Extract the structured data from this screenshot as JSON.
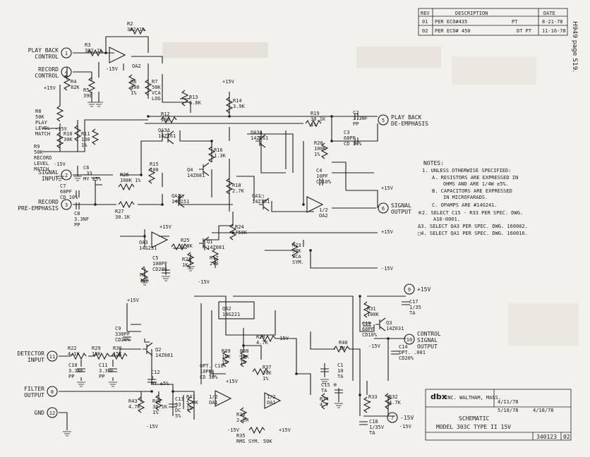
{
  "side_note": "H949 page S19.",
  "revisions": {
    "headers": [
      "REV",
      "DESCRIPTION",
      "DATE"
    ],
    "rows": [
      {
        "rev": "01",
        "desc": "PER ECO#435",
        "by": "PT",
        "date": "8-21-78"
      },
      {
        "rev": "02",
        "desc": "PER ECO# 450",
        "by": "DT PT",
        "date": "11-16-78"
      }
    ]
  },
  "notes": {
    "title": "NOTES:",
    "lines": [
      "1. UNLESS OTHERWISE SPECIFIED:",
      "A. RESISTORS ARE EXPRESSED IN",
      "OHMS AND ARE 1/4W ±5%.",
      "B. CAPACITORS ARE EXPRESSED",
      "IN MICROFARADS.",
      "C. OPAMPS ARE #14G241.",
      "※2. SELECT C15 - R33 PER SPEC. DWG.",
      "A16-0001.",
      "Δ3. SELECT QA3 PER SPEC. DWG. 160002.",
      "□4. SELECT QA1 PER SPEC. DWG. 160016."
    ]
  },
  "terminals": [
    {
      "num": "1",
      "label": [
        "PLAY BACK",
        "CONTROL"
      ]
    },
    {
      "num": "4",
      "label": [
        "RECORD",
        "CONTROL"
      ]
    },
    {
      "num": "2",
      "label": [
        "SIGNAL",
        "INPUT"
      ]
    },
    {
      "num": "3",
      "label": [
        "RECORD",
        "PRE-EMPHASIS"
      ]
    },
    {
      "num": "5",
      "label": [
        "PLAY BACK",
        "DE-EMPHASIS"
      ]
    },
    {
      "num": "6",
      "label": [
        "SIGNAL",
        "OUTPUT"
      ]
    },
    {
      "num": "9",
      "label": [
        "+15V"
      ]
    },
    {
      "num": "10",
      "label": [
        "CONTROL",
        "SIGNAL",
        "OUTPUT"
      ]
    },
    {
      "num": "11",
      "label": [
        "DETECTOR",
        "INPUT"
      ]
    },
    {
      "num": "8",
      "label": [
        "FILTER",
        "OUTPUT"
      ]
    },
    {
      "num": "12",
      "label": [
        "GND"
      ]
    },
    {
      "num": "7",
      "label": [
        "-15V"
      ]
    }
  ],
  "components": {
    "R2": [
      "R2",
      "392 1%"
    ],
    "R3": [
      "R3",
      "392 1%"
    ],
    "OA2a": [
      "OA2"
    ],
    "R4": [
      "R4",
      "82K"
    ],
    "R5": [
      "R5",
      "390"
    ],
    "R6": [
      "R6",
      "100",
      "1%"
    ],
    "R7": [
      "R7",
      "50K",
      "VCA",
      "LOG."
    ],
    "R13": [
      "R13",
      "6.8K"
    ],
    "R14": [
      "R14",
      "3.9K"
    ],
    "R8": [
      "R8",
      "50K",
      "PLAY",
      "LEVEL",
      "MATCH"
    ],
    "R9": [
      "R9",
      "50K",
      "RECORD",
      "LEVEL",
      "MATCH"
    ],
    "R10": [
      "R10",
      "30K"
    ],
    "R11": [
      "R11",
      "100",
      "1%"
    ],
    "R12": [
      "R12",
      "100"
    ],
    "QA3a": [
      "QA3Δ",
      "14Z161"
    ],
    "QA3b": [
      "QA3Δ",
      "14Z161"
    ],
    "R16": [
      "R16",
      "1.3K"
    ],
    "R18": [
      "R18",
      "2.7K"
    ],
    "R19": [
      "R19",
      "30.1K",
      "1%"
    ],
    "C2": [
      "C2",
      "3.3NF",
      "PP"
    ],
    "C3": [
      "C3",
      "68PF",
      "CD 10%"
    ],
    "R20": [
      "R20",
      "100K",
      "1%"
    ],
    "C4": [
      "C4",
      "10PF",
      "CD10%"
    ],
    "C6": [
      "C6",
      ".33",
      "MY ±5%"
    ],
    "C7": [
      "C7",
      "68PF",
      "CD 10%"
    ],
    "C8": [
      "C8",
      "3.3NF",
      "PP"
    ],
    "R26": [
      "R26",
      "100K 1%"
    ],
    "R15": [
      "R15",
      "100"
    ],
    "Q4": [
      "Q4",
      "14Z081"
    ],
    "R27": [
      "R27",
      "30.1K"
    ],
    "QA1a": [
      "QA1□",
      "14Z151"
    ],
    "QA1b": [
      "QA1□",
      "14Z151"
    ],
    "OA2b": [
      "1/2",
      "OA2"
    ],
    "R24": [
      "R24",
      "750K"
    ],
    "OA3": [
      "OA3",
      "14G231"
    ],
    "R25": [
      "R25",
      "6.8K"
    ],
    "Q1": [
      "Q1",
      "14Z081"
    ],
    "R21": [
      "R21",
      "1K"
    ],
    "R17": [
      "R17",
      "270"
    ],
    "C5": [
      "C5",
      "100PF",
      "CD20%"
    ],
    "R1": [
      "R1",
      "10K"
    ],
    "R23": [
      "R23",
      "50K",
      "VCA",
      "SYM."
    ],
    "QA2": [
      "QA2",
      "14G221"
    ],
    "R31": [
      "R31",
      "100K"
    ],
    "C17": [
      "C17",
      "1/35",
      "TA"
    ],
    "C19": [
      "C19",
      "68PF",
      "CD10%"
    ],
    "Q3": [
      "Q3",
      "14Z031"
    ],
    "C9": [
      "C9",
      "330PF",
      "CD20%"
    ],
    "R22": [
      "R22",
      "4.1K"
    ],
    "R29": [
      "R29",
      "15K"
    ],
    "R30": [
      "R30",
      "15K"
    ],
    "C10": [
      "C10",
      "3.3NF",
      "PP"
    ],
    "C11": [
      "C11",
      "3.3NF",
      "PP"
    ],
    "Q2": [
      "Q2",
      "14Z081"
    ],
    "C12": [
      "C12",
      "1",
      "MY ±5%"
    ],
    "R43": [
      "R43",
      "4.7K"
    ],
    "R42": [
      "R42",
      "30.1K",
      "1%"
    ],
    "C13": [
      "C13",
      "33",
      "DC",
      "5%"
    ],
    "R41": [
      "R41",
      "5.0K",
      "1%"
    ],
    "R28": [
      "R28",
      "4.7K"
    ],
    "R39": [
      "R39",
      "10K",
      "1%"
    ],
    "R38": [
      "R38",
      "10K",
      "1%"
    ],
    "C16": [
      "OPT. C16",
      "10PF",
      "CD 10%"
    ],
    "OA1a": [
      "1/2",
      "OA1"
    ],
    "OA1b": [
      "1/2",
      "OA1"
    ],
    "R37": [
      "R37",
      "20K",
      "1%"
    ],
    "R36": [
      "R36",
      "2.2M"
    ],
    "R35": [
      "R35",
      "RMS SYM. 50K"
    ],
    "R40": [
      "R40",
      "1M"
    ],
    "C1": [
      "C1",
      "10",
      "TA"
    ],
    "C15": [
      "C15 ※",
      "TA"
    ],
    "C14": [
      "C14",
      "OPT. .001",
      "CD20%"
    ],
    "R34": [
      "R34",
      "4.7"
    ],
    "R33": [
      "R33",
      "*"
    ],
    "R32": [
      "R32",
      "4.7K"
    ],
    "C18": [
      "C18",
      "1/35V",
      "TA"
    ]
  },
  "supply_labels": {
    "p15": "+15V",
    "m15": "-15V"
  },
  "title_block": {
    "company": "dbx",
    "company_sub": "INC. WALTHAM, MASS.",
    "title": "SCHEMATIC",
    "model": "MODEL 303C TYPE II 15V",
    "drawing_no": "340123",
    "rev": "02",
    "small_rows": [
      "4/11/78",
      "5/18/78",
      "4/18/78"
    ]
  }
}
